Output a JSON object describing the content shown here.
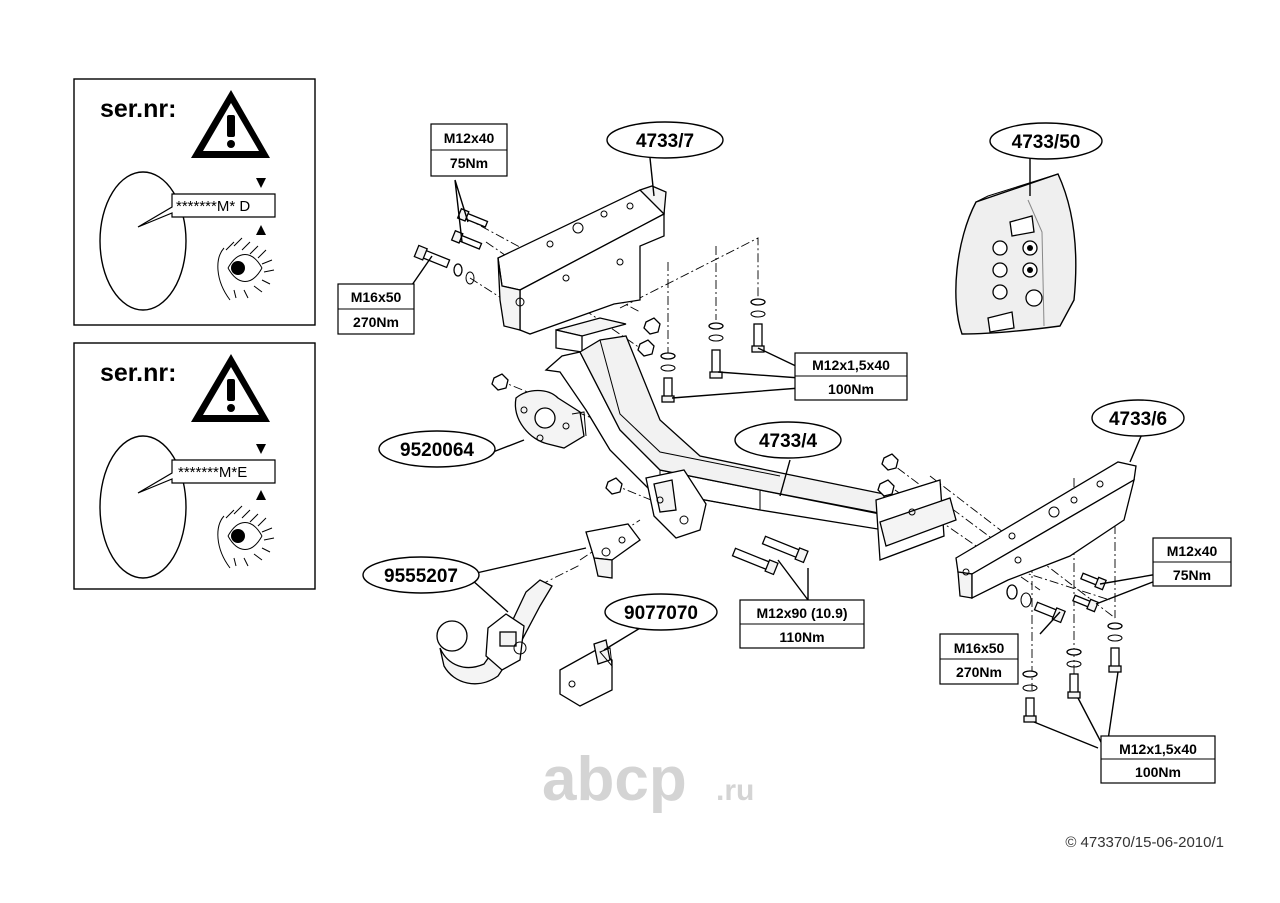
{
  "serial_panels": [
    {
      "title": "ser.nr:",
      "serial": "*******M* D",
      "suffix_letter": "D"
    },
    {
      "title": "ser.nr:",
      "serial": "*******M*E",
      "suffix_letter": "E"
    }
  ],
  "part_labels": {
    "p4733_7": "4733/7",
    "p4733_50": "4733/50",
    "p9520064": "9520064",
    "p4733_4": "4733/4",
    "p4733_6": "4733/6",
    "p9555207": "9555207",
    "p9077070": "9077070"
  },
  "specs": {
    "m12x40_top": {
      "size": "M12x40",
      "torque": "75Nm"
    },
    "m16x50_left": {
      "size": "M16x50",
      "torque": "270Nm"
    },
    "m12x15x40_top": {
      "size": "M12x1,5x40",
      "torque": "100Nm"
    },
    "m12x40_right": {
      "size": "M12x40",
      "torque": "75Nm"
    },
    "m12x90": {
      "size": "M12x90 (10.9)",
      "torque": "110Nm"
    },
    "m16x50_right": {
      "size": "M16x50",
      "torque": "270Nm"
    },
    "m12x15x40_bottom": {
      "size": "M12x1,5x40",
      "torque": "100Nm"
    }
  },
  "watermark": {
    "brand": "abcp",
    "tld": ".ru"
  },
  "copyright": "© 473370/15-06-2010/1"
}
